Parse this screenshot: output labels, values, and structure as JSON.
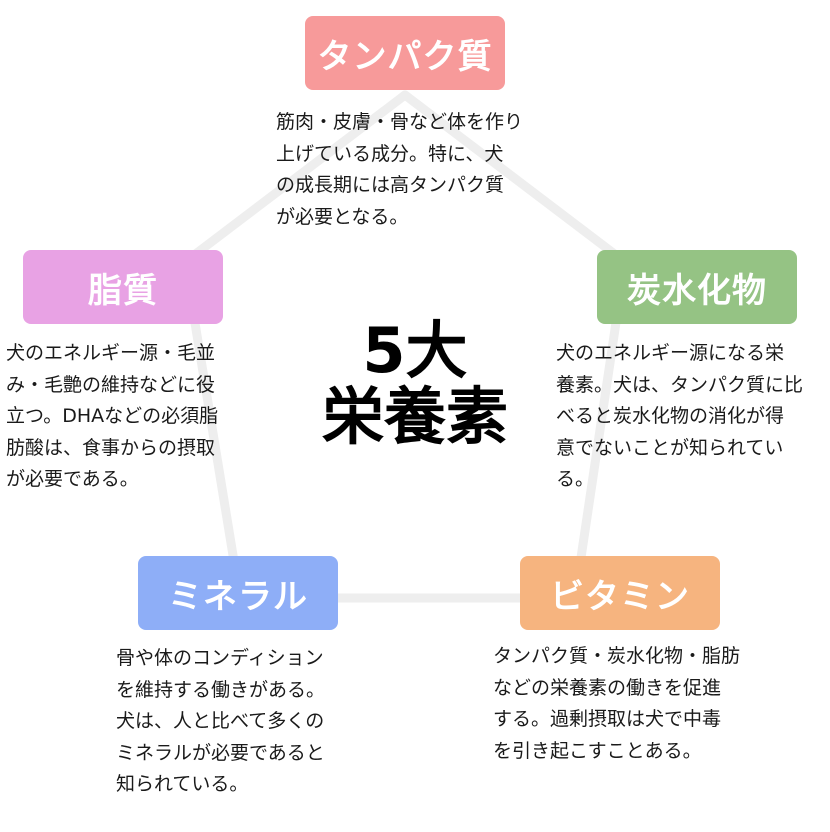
{
  "center_title": "5大\n栄養素",
  "nutrients": [
    {
      "id": "protein",
      "label": "タンパク質",
      "color": "#f79a9a",
      "description": "筋肉・皮膚・骨など体を作り\n上げている成分。特に、犬\nの成長期には高タンパク質\nが必要となる。"
    },
    {
      "id": "carbs",
      "label": "炭水化物",
      "color": "#95c384",
      "description": "犬のエネルギー源になる栄\n養素。犬は、タンパク質に比\nべると炭水化物の消化が得\n意でないことが知られてい\nる。"
    },
    {
      "id": "vitamin",
      "label": "ビタミン",
      "color": "#f6b47f",
      "description": "タンパク質・炭水化物・脂肪\nなどの栄養素の働きを促進\nする。過剰摂取は犬で中毒\nを引き起こすことある。"
    },
    {
      "id": "mineral",
      "label": "ミネラル",
      "color": "#8eaef7",
      "description": "骨や体のコンディション\nを維持する働きがある。\n犬は、人と比べて多くの\nミネラルが必要であると\n知られている。"
    },
    {
      "id": "fat",
      "label": "脂質",
      "color": "#e8a2e4",
      "description": "犬のエネルギー源・毛並\nみ・毛艶の維持などに役\n立つ。DHAなどの必須脂\n肪酸は、食事からの摂取\nが必要である。"
    }
  ],
  "colors": {
    "pentagon_line": "#eeeeee",
    "label_text": "#ffffff"
  }
}
